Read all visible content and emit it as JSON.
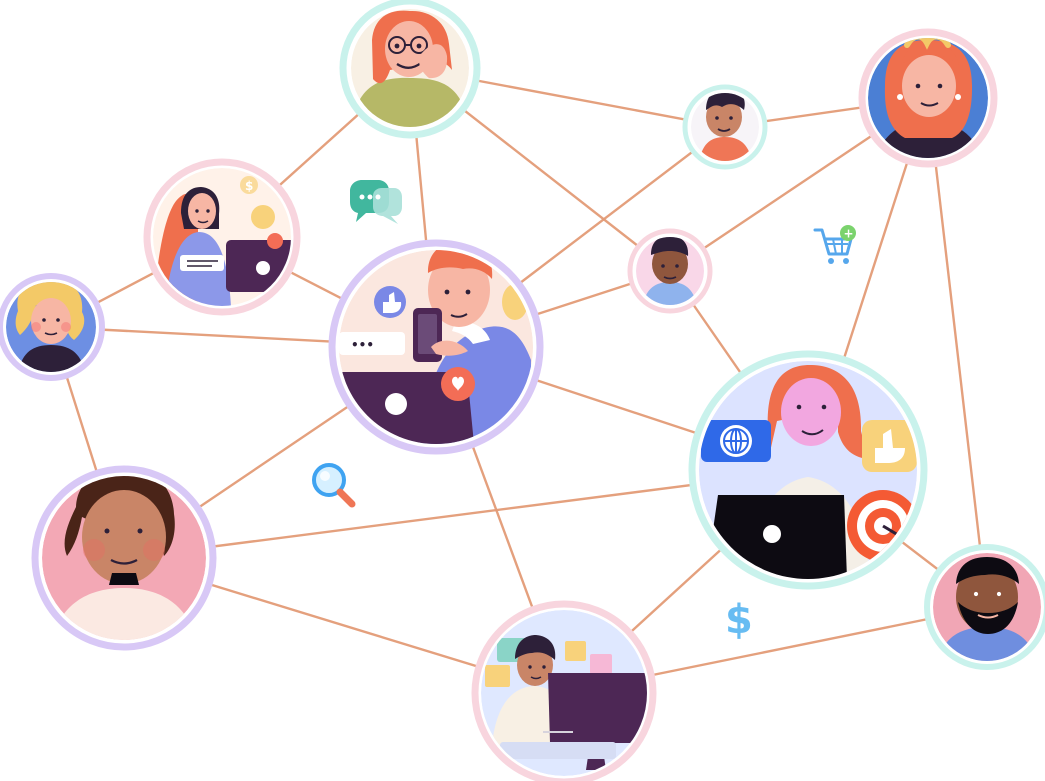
{
  "colors": {
    "connector_line": "#e39b77",
    "ring_pink": "#f8d5de",
    "ring_purple": "#d8c8f6",
    "ring_mint": "#c9f2ec",
    "skin_light": "#f7b6a4",
    "skin_medium": "#c98567",
    "skin_dark": "#8f563d",
    "hair_orange": "#ef6f4d",
    "hair_dark": "#2d2039",
    "laptop_purple": "#4d2755",
    "accent_blue": "#2f69e8",
    "accent_yellow": "#f8d27b",
    "accent_green": "#41b79e"
  },
  "nodes": [
    {
      "id": "woman-glasses",
      "ring": "mint"
    },
    {
      "id": "boy-top",
      "ring": "mint"
    },
    {
      "id": "woman-bun",
      "ring": "pink"
    },
    {
      "id": "woman-laptop-left",
      "ring": "pink"
    },
    {
      "id": "boy-middle",
      "ring": "pink"
    },
    {
      "id": "woman-curly-left",
      "ring": "purple"
    },
    {
      "id": "man-phone",
      "ring": "purple"
    },
    {
      "id": "woman-laptop-right",
      "ring": "mint"
    },
    {
      "id": "man-curly",
      "ring": "purple"
    },
    {
      "id": "man-bearded",
      "ring": "mint"
    },
    {
      "id": "man-monitor",
      "ring": "pink"
    }
  ],
  "floating_icons": [
    {
      "name": "chat-icon",
      "color": "#41b79e"
    },
    {
      "name": "shopping-cart-icon",
      "color": "#56a7ec"
    },
    {
      "name": "search-icon",
      "color": "#3fa3f1"
    },
    {
      "name": "dollar-icon",
      "color": "#67bcf2"
    }
  ],
  "icon_glyphs": {
    "dollar": "$",
    "ellipsis": "•••",
    "plus": "+"
  }
}
